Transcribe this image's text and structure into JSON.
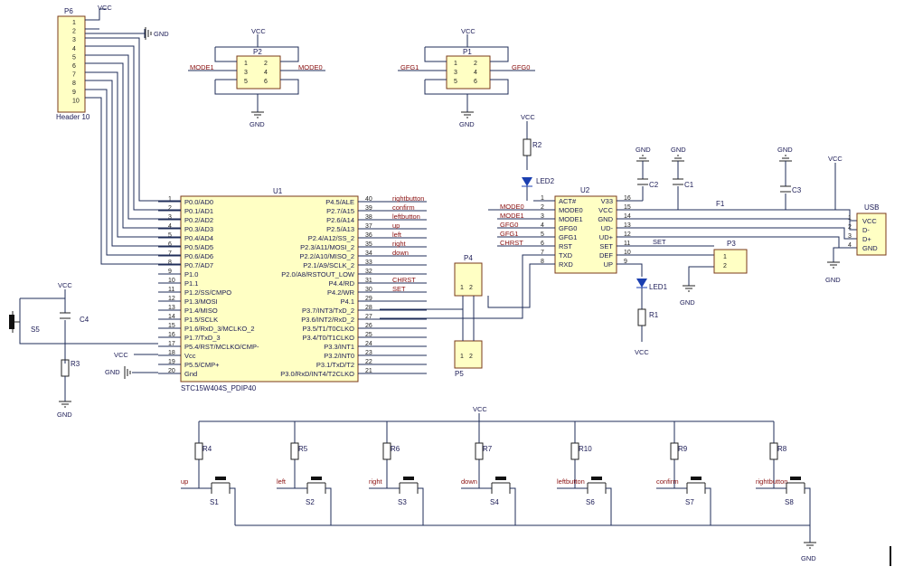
{
  "nets": {
    "vcc": "VCC",
    "gnd": "GND"
  },
  "header": {
    "ref": "P6",
    "name": "Header 10",
    "pins": [
      "1",
      "2",
      "3",
      "4",
      "5",
      "6",
      "7",
      "8",
      "9",
      "10"
    ]
  },
  "p2": {
    "ref": "P2",
    "pins": [
      "1",
      "2",
      "3",
      "4",
      "5",
      "6"
    ],
    "left_net": "MODE1",
    "right_net": "MODE0"
  },
  "p1": {
    "ref": "P1",
    "pins": [
      "1",
      "2",
      "3",
      "4",
      "5",
      "6"
    ],
    "left_net": "GFG1",
    "right_net": "GFG0"
  },
  "u1": {
    "ref": "U1",
    "part": "STC15W404S_PDIP40",
    "left_pins": [
      {
        "num": "1",
        "name": "P0.0/AD0"
      },
      {
        "num": "2",
        "name": "P0.1/AD1"
      },
      {
        "num": "3",
        "name": "P0.2/AD2"
      },
      {
        "num": "4",
        "name": "P0.3/AD3"
      },
      {
        "num": "5",
        "name": "P0.4/AD4"
      },
      {
        "num": "6",
        "name": "P0.5/AD5"
      },
      {
        "num": "7",
        "name": "P0.6/AD6"
      },
      {
        "num": "8",
        "name": "P0.7/AD7"
      },
      {
        "num": "9",
        "name": "P1.0"
      },
      {
        "num": "10",
        "name": "P1.1"
      },
      {
        "num": "11",
        "name": "P1.2/SS/CMPO"
      },
      {
        "num": "12",
        "name": "P1.3/MOSI"
      },
      {
        "num": "13",
        "name": "P1.4/MISO"
      },
      {
        "num": "14",
        "name": "P1.5/SCLK"
      },
      {
        "num": "15",
        "name": "P1.6/RxD_3/MCLKO_2"
      },
      {
        "num": "16",
        "name": "P1.7/TxD_3"
      },
      {
        "num": "17",
        "name": "P5.4/RST/MCLKO/CMP-"
      },
      {
        "num": "18",
        "name": "Vcc"
      },
      {
        "num": "19",
        "name": "P5.5/CMP+"
      },
      {
        "num": "20",
        "name": "Gnd"
      }
    ],
    "right_pins": [
      {
        "num": "40",
        "name": "P4.5/ALE",
        "net": "rightbutton"
      },
      {
        "num": "39",
        "name": "P2.7/A15",
        "net": "confirm"
      },
      {
        "num": "38",
        "name": "P2.6/A14",
        "net": "leftbutton"
      },
      {
        "num": "37",
        "name": "P2.5/A13",
        "net": "up"
      },
      {
        "num": "36",
        "name": "P2.4/A12/SS_2",
        "net": "left"
      },
      {
        "num": "35",
        "name": "P2.3/A11/MOSI_2",
        "net": "right"
      },
      {
        "num": "34",
        "name": "P2.2/A10/MISO_2",
        "net": "down"
      },
      {
        "num": "33",
        "name": "P2.1/A9/SCLK_2",
        "net": ""
      },
      {
        "num": "32",
        "name": "P2.0/A8/RSTOUT_LOW",
        "net": ""
      },
      {
        "num": "31",
        "name": "P4.4/RD",
        "net": "CHRST"
      },
      {
        "num": "30",
        "name": "P4.2/WR",
        "net": "SET"
      },
      {
        "num": "29",
        "name": "P4.1",
        "net": ""
      },
      {
        "num": "28",
        "name": "P3.7/INT3/TxD_2",
        "net": ""
      },
      {
        "num": "27",
        "name": "P3.6/INT2/RxD_2",
        "net": ""
      },
      {
        "num": "26",
        "name": "P3.5/T1/T0CLKO",
        "net": ""
      },
      {
        "num": "25",
        "name": "P3.4/T0/T1CLKO",
        "net": ""
      },
      {
        "num": "24",
        "name": "P3.3/INT1",
        "net": ""
      },
      {
        "num": "23",
        "name": "P3.2/INT0",
        "net": ""
      },
      {
        "num": "22",
        "name": "P3.1/TxD/T2",
        "net": ""
      },
      {
        "num": "21",
        "name": "P3.0/RxD/INT4/T2CLKO",
        "net": ""
      }
    ]
  },
  "u2": {
    "ref": "U2",
    "left_pins": [
      {
        "num": "1",
        "name": "ACT#",
        "net": ""
      },
      {
        "num": "2",
        "name": "MODE0",
        "net": "MODE0"
      },
      {
        "num": "3",
        "name": "MODE1",
        "net": "MODE1"
      },
      {
        "num": "4",
        "name": "GFG0",
        "net": "GFG0"
      },
      {
        "num": "5",
        "name": "GFG1",
        "net": "GFG1"
      },
      {
        "num": "6",
        "name": "RST",
        "net": "CHRST"
      },
      {
        "num": "7",
        "name": "TXD",
        "net": ""
      },
      {
        "num": "8",
        "name": "RXD",
        "net": ""
      }
    ],
    "right_pins": [
      {
        "num": "16",
        "name": "V33"
      },
      {
        "num": "15",
        "name": "VCC"
      },
      {
        "num": "14",
        "name": "GND"
      },
      {
        "num": "13",
        "name": "UD-"
      },
      {
        "num": "12",
        "name": "UD+"
      },
      {
        "num": "11",
        "name": "SET"
      },
      {
        "num": "10",
        "name": "DEF"
      },
      {
        "num": "9",
        "name": "UP"
      }
    ]
  },
  "usb": {
    "ref": "USB",
    "pins": [
      "1",
      "2",
      "3",
      "4"
    ],
    "names": [
      "VCC",
      "D-",
      "D+",
      "GND"
    ]
  },
  "p3": {
    "ref": "P3",
    "pins": [
      "1",
      "2"
    ]
  },
  "p4": {
    "ref": "P4",
    "pins": [
      "1",
      "2"
    ]
  },
  "p5": {
    "ref": "P5",
    "pins": [
      "1",
      "2"
    ]
  },
  "parts": {
    "r2": "R2",
    "led2": "LED2",
    "c2": "C2",
    "c1": "C1",
    "c3": "C3",
    "f1": "F1",
    "led1": "LED1",
    "r1": "R1",
    "c4": "C4",
    "s5": "S5",
    "r3": "R3",
    "set_net": "SET"
  },
  "switches": [
    {
      "res": "R4",
      "sw": "S1",
      "net": "up"
    },
    {
      "res": "R5",
      "sw": "S2",
      "net": "left"
    },
    {
      "res": "R6",
      "sw": "S3",
      "net": "right"
    },
    {
      "res": "R7",
      "sw": "S4",
      "net": "down"
    },
    {
      "res": "R10",
      "sw": "S6",
      "net": "leftbutton"
    },
    {
      "res": "R9",
      "sw": "S7",
      "net": "confirm"
    },
    {
      "res": "R8",
      "sw": "S8",
      "net": "rightbutton"
    }
  ]
}
